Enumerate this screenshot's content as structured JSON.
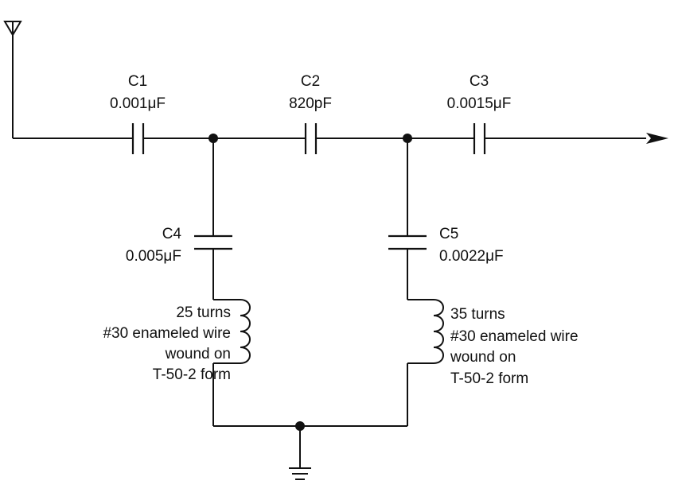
{
  "components": {
    "c1": {
      "name": "C1",
      "value": "0.001μF"
    },
    "c2": {
      "name": "C2",
      "value": "820pF"
    },
    "c3": {
      "name": "C3",
      "value": "0.0015μF"
    },
    "c4": {
      "name": "C4",
      "value": "0.005μF"
    },
    "c5": {
      "name": "C5",
      "value": "0.0022μF"
    }
  },
  "inductors": {
    "left": {
      "lines": [
        "25 turns",
        "#30 enameled wire",
        "wound on",
        "T-50-2 form"
      ]
    },
    "right": {
      "lines": [
        "35 turns",
        "#30 enameled wire",
        "wound on",
        "T-50-2 form"
      ]
    }
  },
  "icons": {
    "antenna": "antenna-icon",
    "ground": "ground-icon",
    "output": "arrow-right-icon"
  }
}
